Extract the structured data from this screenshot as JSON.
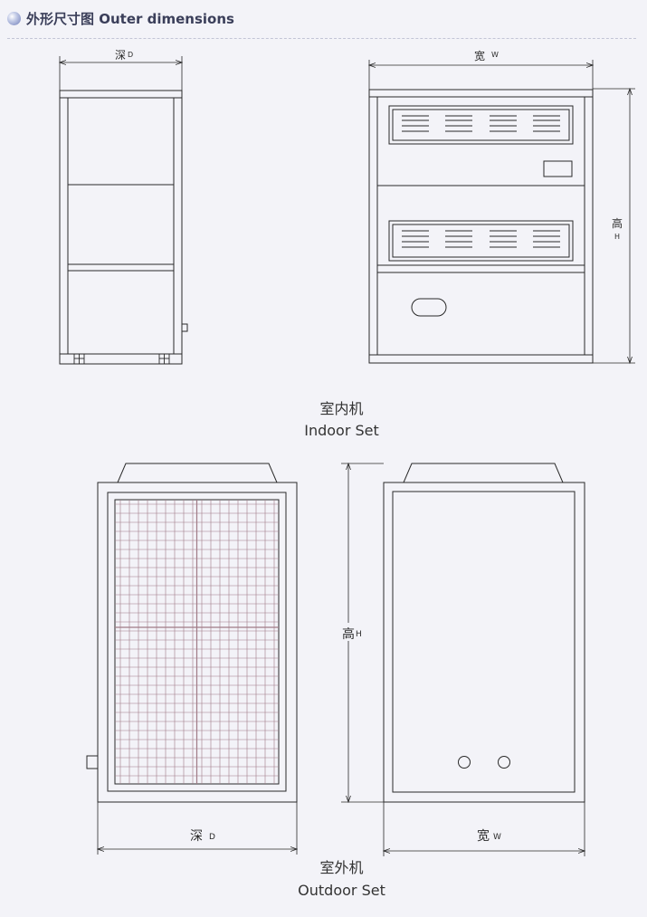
{
  "header": {
    "title": "外形尺寸图 Outer dimensions"
  },
  "indoor": {
    "caption_cn": "室内机",
    "caption_en": "Indoor Set",
    "side": {
      "depth_label": "深",
      "depth_symbol": "D"
    },
    "front": {
      "width_label": "宽",
      "width_symbol": "W",
      "height_label": "高",
      "height_symbol": "H"
    }
  },
  "outdoor": {
    "caption_cn": "室外机",
    "caption_en": "Outdoor Set",
    "side": {
      "depth_label": "深",
      "depth_symbol": "D"
    },
    "front": {
      "width_label": "宽",
      "width_symbol": "W",
      "height_label": "高",
      "height_symbol": "H"
    }
  },
  "colors": {
    "line": "#2a2a2a",
    "grille_grid": "#a07b86",
    "background": "#f3f3f8"
  }
}
